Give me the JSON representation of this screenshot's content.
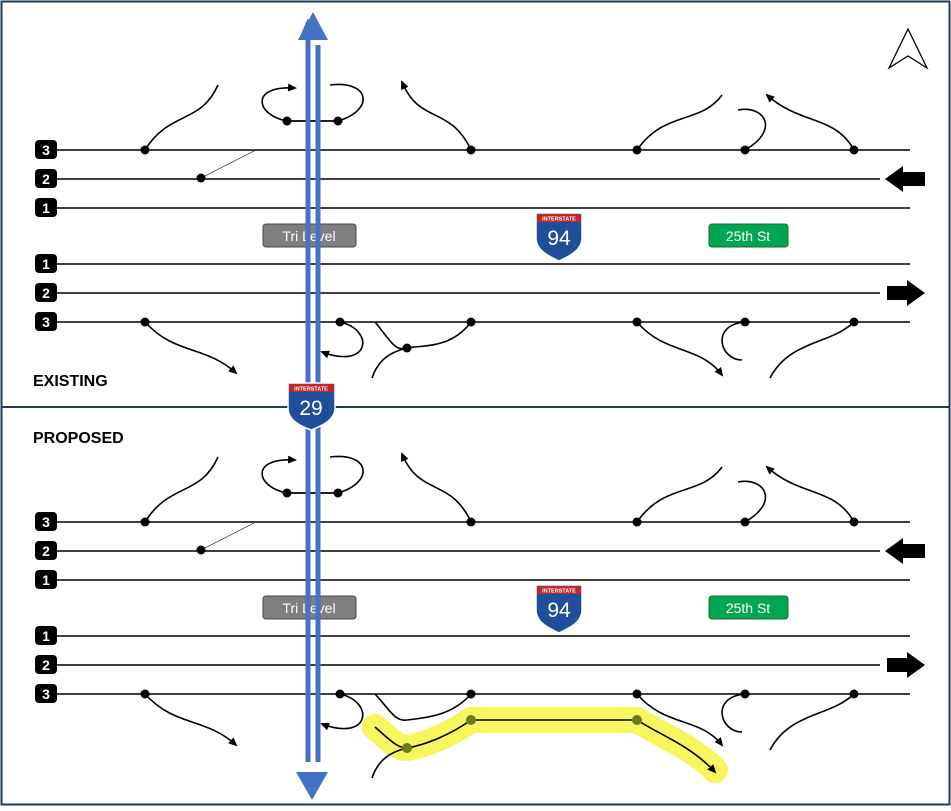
{
  "panels": [
    {
      "label": "EXISTING",
      "lane_numbers_westbound": [
        "3",
        "2",
        "1"
      ],
      "lane_numbers_eastbound": [
        "1",
        "2",
        "3"
      ],
      "sign_tri_level": "Tri Level",
      "sign_25th": "25th St",
      "shield_94_caption": "INTERSTATE",
      "shield_94_number": "94"
    },
    {
      "label": "PROPOSED",
      "lane_numbers_westbound": [
        "3",
        "2",
        "1"
      ],
      "lane_numbers_eastbound": [
        "1",
        "2",
        "3"
      ],
      "sign_tri_level": "Tri Level",
      "sign_25th": "25th St",
      "shield_94_caption": "INTERSTATE",
      "shield_94_number": "94"
    }
  ],
  "shield_29_caption": "INTERSTATE",
  "shield_29_number": "29",
  "colors": {
    "i29_line": "#4472c4",
    "tri_level_sign": "#7f7f7f",
    "street_sign": "#00a651",
    "shield_blue": "#1f4e9a",
    "shield_red": "#c0272d",
    "highlight": "#f4f542",
    "frame": "#1f3864"
  },
  "icons": [
    "north-arrow-icon",
    "westbound-arrow-icon",
    "eastbound-arrow-icon"
  ]
}
